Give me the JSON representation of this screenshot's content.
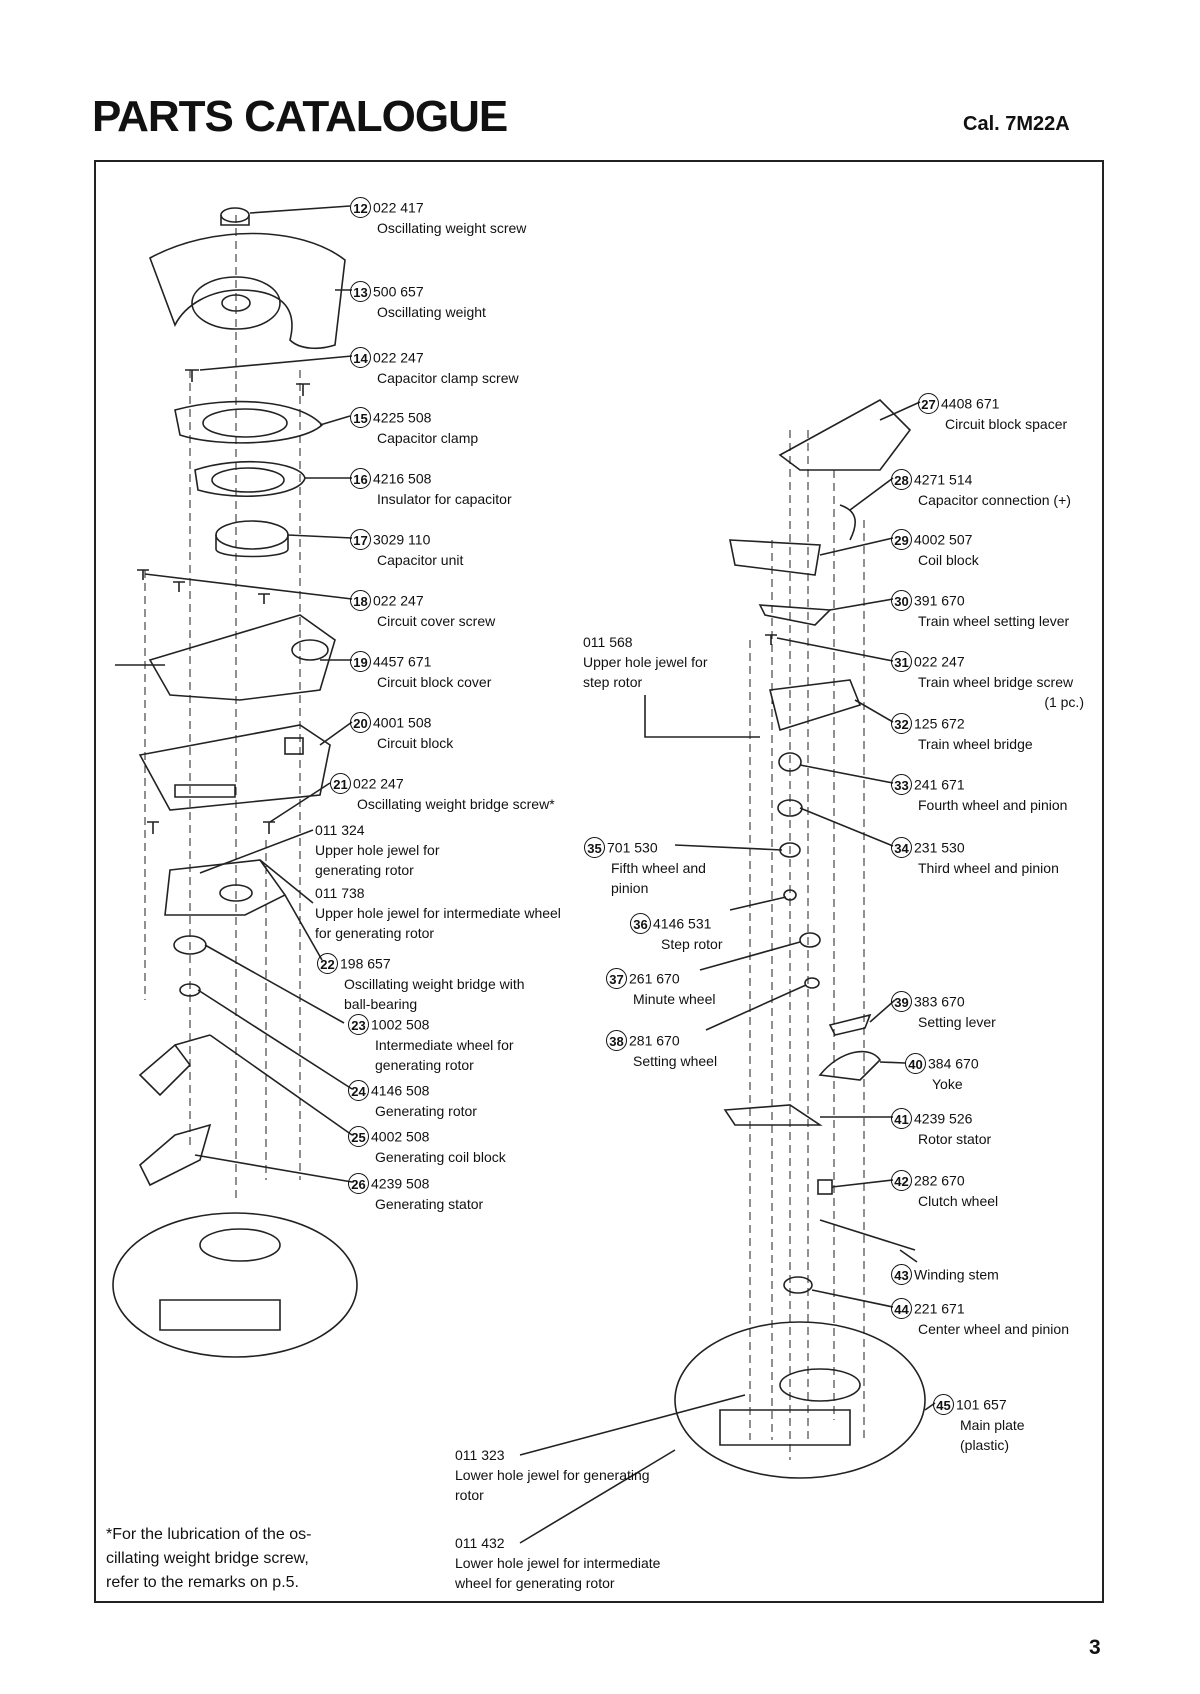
{
  "header": {
    "title": "PARTS CATALOGUE",
    "caliber": "Cal. 7M22A"
  },
  "page_number": "3",
  "footnote": {
    "line1": "*For the lubrication of the os-",
    "line2": "cillating weight bridge screw,",
    "line3": "refer to the remarks on p.5."
  },
  "parts": [
    {
      "no": "12",
      "code": "022 417",
      "name": "Oscillating weight screw"
    },
    {
      "no": "13",
      "code": "500 657",
      "name": "Oscillating weight"
    },
    {
      "no": "14",
      "code": "022 247",
      "name": "Capacitor clamp screw"
    },
    {
      "no": "15",
      "code": "4225 508",
      "name": "Capacitor clamp"
    },
    {
      "no": "16",
      "code": "4216 508",
      "name": "Insulator for capacitor"
    },
    {
      "no": "17",
      "code": "3029 110",
      "name": "Capacitor unit"
    },
    {
      "no": "18",
      "code": "022 247",
      "name": "Circuit cover screw"
    },
    {
      "no": "19",
      "code": "4457 671",
      "name": "Circuit block cover"
    },
    {
      "no": "20",
      "code": "4001 508",
      "name": "Circuit block"
    },
    {
      "no": "21",
      "code": "022 247",
      "name": "Oscillating weight bridge screw*"
    },
    {
      "no": "22",
      "code": "198 657",
      "name": "Oscillating weight bridge with",
      "name2": "ball-bearing"
    },
    {
      "no": "23",
      "code": "1002 508",
      "name": "Intermediate wheel for",
      "name2": "generating rotor"
    },
    {
      "no": "24",
      "code": "4146 508",
      "name": "Generating rotor"
    },
    {
      "no": "25",
      "code": "4002 508",
      "name": "Generating coil block"
    },
    {
      "no": "26",
      "code": "4239 508",
      "name": "Generating stator"
    },
    {
      "no": "27",
      "code": "4408 671",
      "name": "Circuit block spacer"
    },
    {
      "no": "28",
      "code": "4271 514",
      "name": "Capacitor connection (+)"
    },
    {
      "no": "29",
      "code": "4002 507",
      "name": "Coil block"
    },
    {
      "no": "30",
      "code": "391 670",
      "name": "Train wheel setting lever"
    },
    {
      "no": "31",
      "code": "022 247",
      "name": "Train wheel bridge screw",
      "name2": "(1 pc.)"
    },
    {
      "no": "32",
      "code": "125 672",
      "name": "Train wheel bridge"
    },
    {
      "no": "33",
      "code": "241 671",
      "name": "Fourth wheel and pinion"
    },
    {
      "no": "34",
      "code": "231 530",
      "name": "Third wheel and pinion"
    },
    {
      "no": "35",
      "code": "701 530",
      "name": "Fifth wheel and",
      "name2": "pinion"
    },
    {
      "no": "36",
      "code": "4146 531",
      "name": "Step rotor"
    },
    {
      "no": "37",
      "code": "261 670",
      "name": "Minute wheel"
    },
    {
      "no": "38",
      "code": "281 670",
      "name": "Setting wheel"
    },
    {
      "no": "39",
      "code": "383 670",
      "name": "Setting lever"
    },
    {
      "no": "40",
      "code": "384 670",
      "name": "Yoke"
    },
    {
      "no": "41",
      "code": "4239 526",
      "name": "Rotor stator"
    },
    {
      "no": "42",
      "code": "282 670",
      "name": "Clutch wheel"
    },
    {
      "no": "43",
      "code": "",
      "name": "Winding stem"
    },
    {
      "no": "44",
      "code": "221 671",
      "name": "Center wheel and pinion"
    },
    {
      "no": "45",
      "code": "101 657",
      "name": "Main plate",
      "name2": "(plastic)"
    }
  ],
  "jewels": [
    {
      "code": "011 324",
      "name": "Upper hole jewel for",
      "name2": "generating rotor"
    },
    {
      "code": "011 738",
      "name": "Upper hole jewel for intermediate wheel",
      "name2": "for generating rotor"
    },
    {
      "code": "011 568",
      "name": "Upper hole jewel for",
      "name2": "step rotor"
    },
    {
      "code": "011 323",
      "name": "Lower hole jewel for generating",
      "name2": "rotor"
    },
    {
      "code": "011 432",
      "name": "Lower hole jewel for intermediate",
      "name2": "wheel for generating rotor"
    }
  ]
}
